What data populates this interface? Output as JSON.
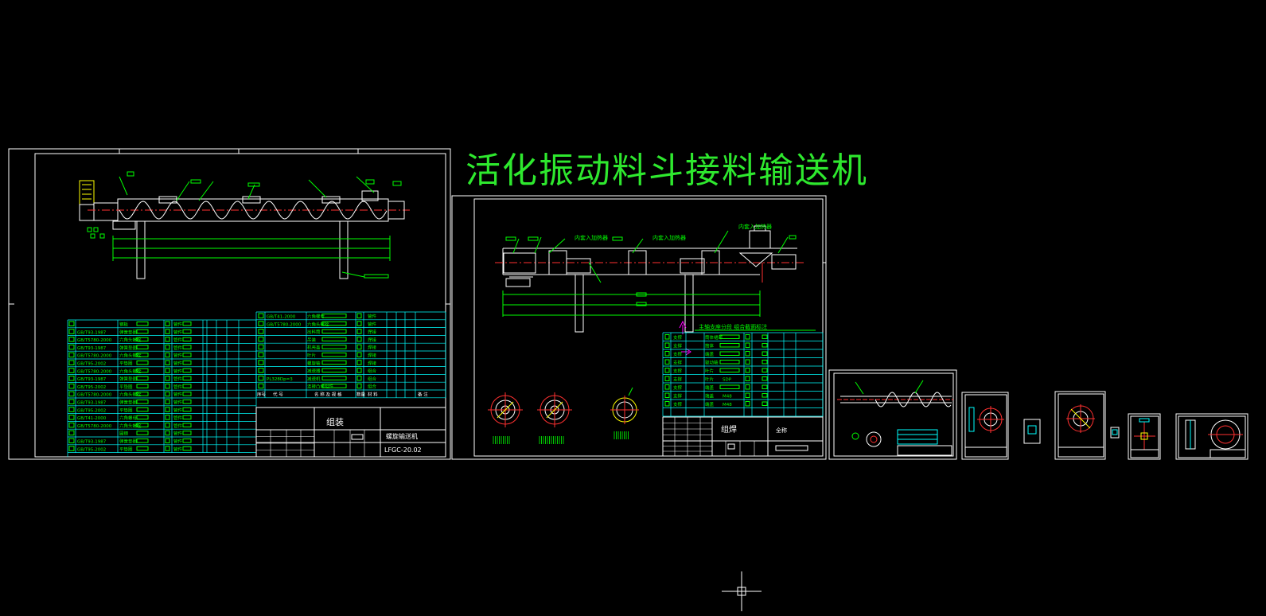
{
  "drawing": {
    "title": "活化振动料斗接料输送机",
    "colors": {
      "background": "#000000",
      "white": "#ffffff",
      "green": "#00ff00",
      "cyan": "#00ffff",
      "yellow": "#ffff00",
      "red": "#ff3030",
      "magenta": "#ff00ff",
      "title": "#2ee82e"
    }
  },
  "sheet1": {
    "title_block": {
      "main": "组装",
      "name": "螺旋输送机",
      "drawing_no": "LFGC-20.02",
      "headers": [
        "序号",
        "代 号",
        "名 称 及 规 格",
        "数量",
        "材 料",
        "备 注"
      ]
    },
    "bom_left": [
      [
        "",
        "钢板",
        "",
        "",
        "管件"
      ],
      [
        "GB/T93-1987",
        "弹簧垫圈",
        "",
        "",
        "管件"
      ],
      [
        "GB/T5780-2000",
        "六角头螺栓",
        "",
        "",
        "管件"
      ],
      [
        "GB/T93-1987",
        "弹簧垫圈",
        "",
        "",
        "管件"
      ],
      [
        "GB/T5780-2000",
        "六角头螺栓",
        "",
        "",
        "管件"
      ],
      [
        "GB/T95-2002",
        "平垫圈",
        "",
        "",
        "管件"
      ],
      [
        "GB/T5780-2000",
        "六角头螺栓",
        "",
        "",
        "管件"
      ],
      [
        "GB/T93-1987",
        "弹簧垫圈",
        "",
        "",
        "管件"
      ],
      [
        "GB/T95-2002",
        "平垫圈",
        "",
        "",
        "管件"
      ],
      [
        "GB/T5780-2000",
        "六角头螺栓",
        "",
        "",
        "管件"
      ],
      [
        "GB/T93-1987",
        "弹簧垫圈",
        "",
        "",
        "管件"
      ],
      [
        "GB/T95-2002",
        "平垫圈",
        "",
        "",
        "管件"
      ],
      [
        "GB/T41-2000",
        "六角螺母",
        "",
        "",
        "管件"
      ],
      [
        "GB/T5780-2000",
        "六角头螺栓",
        "",
        "",
        "管件"
      ],
      [
        "",
        "圆钢",
        "",
        "",
        "管件"
      ],
      [
        "GB/T93-1987",
        "弹簧垫圈",
        "",
        "",
        "管件"
      ],
      [
        "GB/T95-2002",
        "平垫圈",
        "",
        "",
        "管件"
      ]
    ],
    "bom_right": [
      [
        "GB/T41-2000",
        "六角螺母",
        "",
        "管件"
      ],
      [
        "GB/T5780-2000",
        "六角头螺栓",
        "",
        "管件"
      ],
      [
        "",
        "出料筒",
        "",
        "焊接"
      ],
      [
        "",
        "吊装",
        "",
        "焊接"
      ],
      [
        "",
        "机壳盖",
        "",
        "焊接"
      ],
      [
        "",
        "叶片",
        "",
        "焊接"
      ],
      [
        "",
        "螺旋轴",
        "",
        "焊接"
      ],
      [
        "",
        "减速器",
        "",
        "组合"
      ],
      [
        "PL328Dp=3",
        "减速机",
        "",
        "组合"
      ],
      [
        "",
        "连接凸缘组件",
        "",
        "组合"
      ]
    ]
  },
  "sheet2": {
    "labels": [
      "内套入加热器",
      "内套入加热器",
      "内套入加热器",
      "主轴支座分段 组合截面标注"
    ],
    "title_block": {
      "main": "组焊",
      "name": "全称"
    },
    "bom": [
      [
        "支撑",
        "筒体裙部",
        "",
        ""
      ],
      [
        "支撑",
        "筒体",
        "",
        ""
      ],
      [
        "支撑",
        "端盖",
        "",
        ""
      ],
      [
        "支撑",
        "驱动轴",
        "",
        ""
      ],
      [
        "支撑",
        "叶片",
        "",
        ""
      ],
      [
        "支撑",
        "叶片",
        "SDP",
        ""
      ],
      [
        "支撑",
        "端盖",
        "",
        ""
      ],
      [
        "支撑",
        "端盖",
        "M48",
        ""
      ],
      [
        "支撑",
        "端盖",
        "M48",
        ""
      ]
    ]
  }
}
